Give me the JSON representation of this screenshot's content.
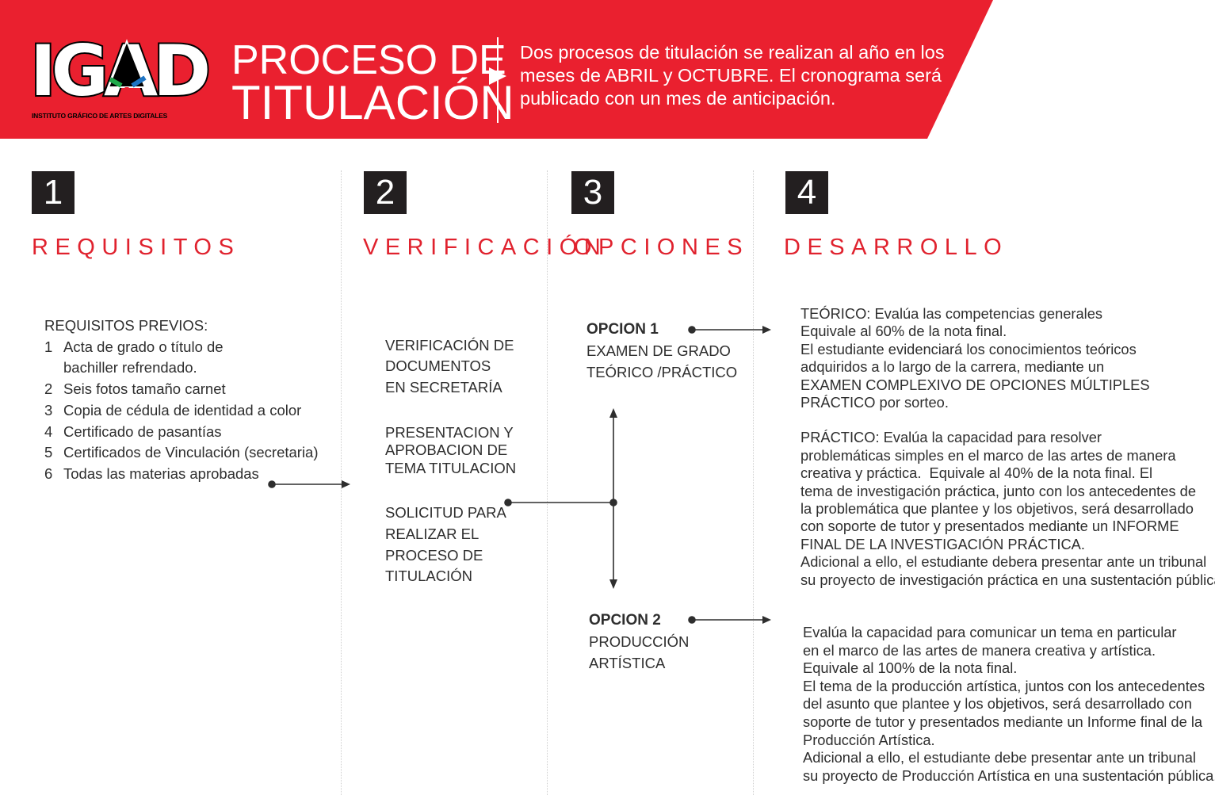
{
  "header": {
    "logo": {
      "text": "IGAD",
      "subtitle": "INSTITUTO GRÁFICO DE ARTES DIGITALES"
    },
    "title_line1": "PROCESO DE",
    "title_line2": "TITULACIÓN",
    "description": [
      "Dos procesos de titulación se realizan al año en los",
      "meses de ABRIL y OCTUBRE. El cronograma será",
      "publicado con un mes de anticipación."
    ],
    "accent_color": "#ea202f"
  },
  "steps": [
    {
      "number": "1",
      "heading": "REQUISITOS"
    },
    {
      "number": "2",
      "heading": "VERIFICACIÓN"
    },
    {
      "number": "3",
      "heading": "OPCIONES"
    },
    {
      "number": "4",
      "heading": "DESARROLLO"
    }
  ],
  "requisitos": {
    "title": "REQUISITOS PREVIOS:",
    "items": [
      {
        "n": "1",
        "lines": [
          "Acta de grado o título de",
          "bachiller refrendado."
        ]
      },
      {
        "n": "2",
        "lines": [
          "Seis fotos tamaño carnet"
        ]
      },
      {
        "n": "3",
        "lines": [
          "Copia de cédula de identidad a color"
        ]
      },
      {
        "n": "4",
        "lines": [
          "Certificado de pasantías"
        ]
      },
      {
        "n": "5",
        "lines": [
          "Certificados de Vinculación (secretaria)"
        ]
      },
      {
        "n": "6",
        "lines": [
          "Todas las materias aprobadas"
        ]
      }
    ]
  },
  "verificacion": {
    "blocks": [
      [
        "VERIFICACIÓN DE",
        "DOCUMENTOS",
        "EN SECRETARÍA"
      ],
      [
        "PRESENTACION Y",
        "APROBACION DE",
        "TEMA TITULACION"
      ],
      [
        "SOLICITUD PARA",
        "REALIZAR EL",
        "PROCESO DE",
        "TITULACIÓN"
      ]
    ]
  },
  "opciones": [
    {
      "title": "OPCION 1",
      "lines": [
        "EXAMEN DE GRADO",
        "TEÓRICO /PRÁCTICO"
      ]
    },
    {
      "title": "OPCION 2",
      "lines": [
        "PRODUCCIÓN",
        "ARTÍSTICA"
      ]
    }
  ],
  "desarrollo": {
    "opcion1": [
      "TEÓRICO: Evalúa las competencias generales",
      "Equivale al 60% de la nota final.",
      "El estudiante evidenciará los conocimientos teóricos",
      "adquiridos a lo largo de la carrera, mediante un",
      "EXAMEN COMPLEXIVO DE OPCIONES MÚLTIPLES",
      "PRÁCTICO por sorteo.",
      "",
      "PRÁCTICO: Evalúa la capacidad para resolver",
      "problemáticas simples en el marco de las artes de manera",
      "creativa y práctica.  Equivale al 40% de la nota final. El",
      "tema de investigación práctica, junto con los antecedentes de",
      "la problemática que plantee y los objetivos, será desarrollado",
      "con soporte de tutor y presentados mediante un INFORME",
      "FINAL DE LA INVESTIGACIÓN PRÁCTICA.",
      "Adicional a ello, el estudiante debera presentar ante un tribunal",
      "su proyecto de investigación práctica en una sustentación pública."
    ],
    "opcion2": [
      "Evalúa la capacidad para comunicar un tema en particular",
      "en el marco de las artes de manera creativa y artística.",
      "Equivale al 100% de la nota final.",
      "El tema de la producción artística, juntos con los antecedentes",
      "del asunto que plantee y los objetivos, será desarrollado con",
      "soporte de tutor y presentados mediante un Informe final de la",
      "Producción Artística.",
      "Adicional a ello, el estudiante debe presentar ante un tribunal",
      "su proyecto de Producción Artística en una sustentación pública."
    ]
  }
}
